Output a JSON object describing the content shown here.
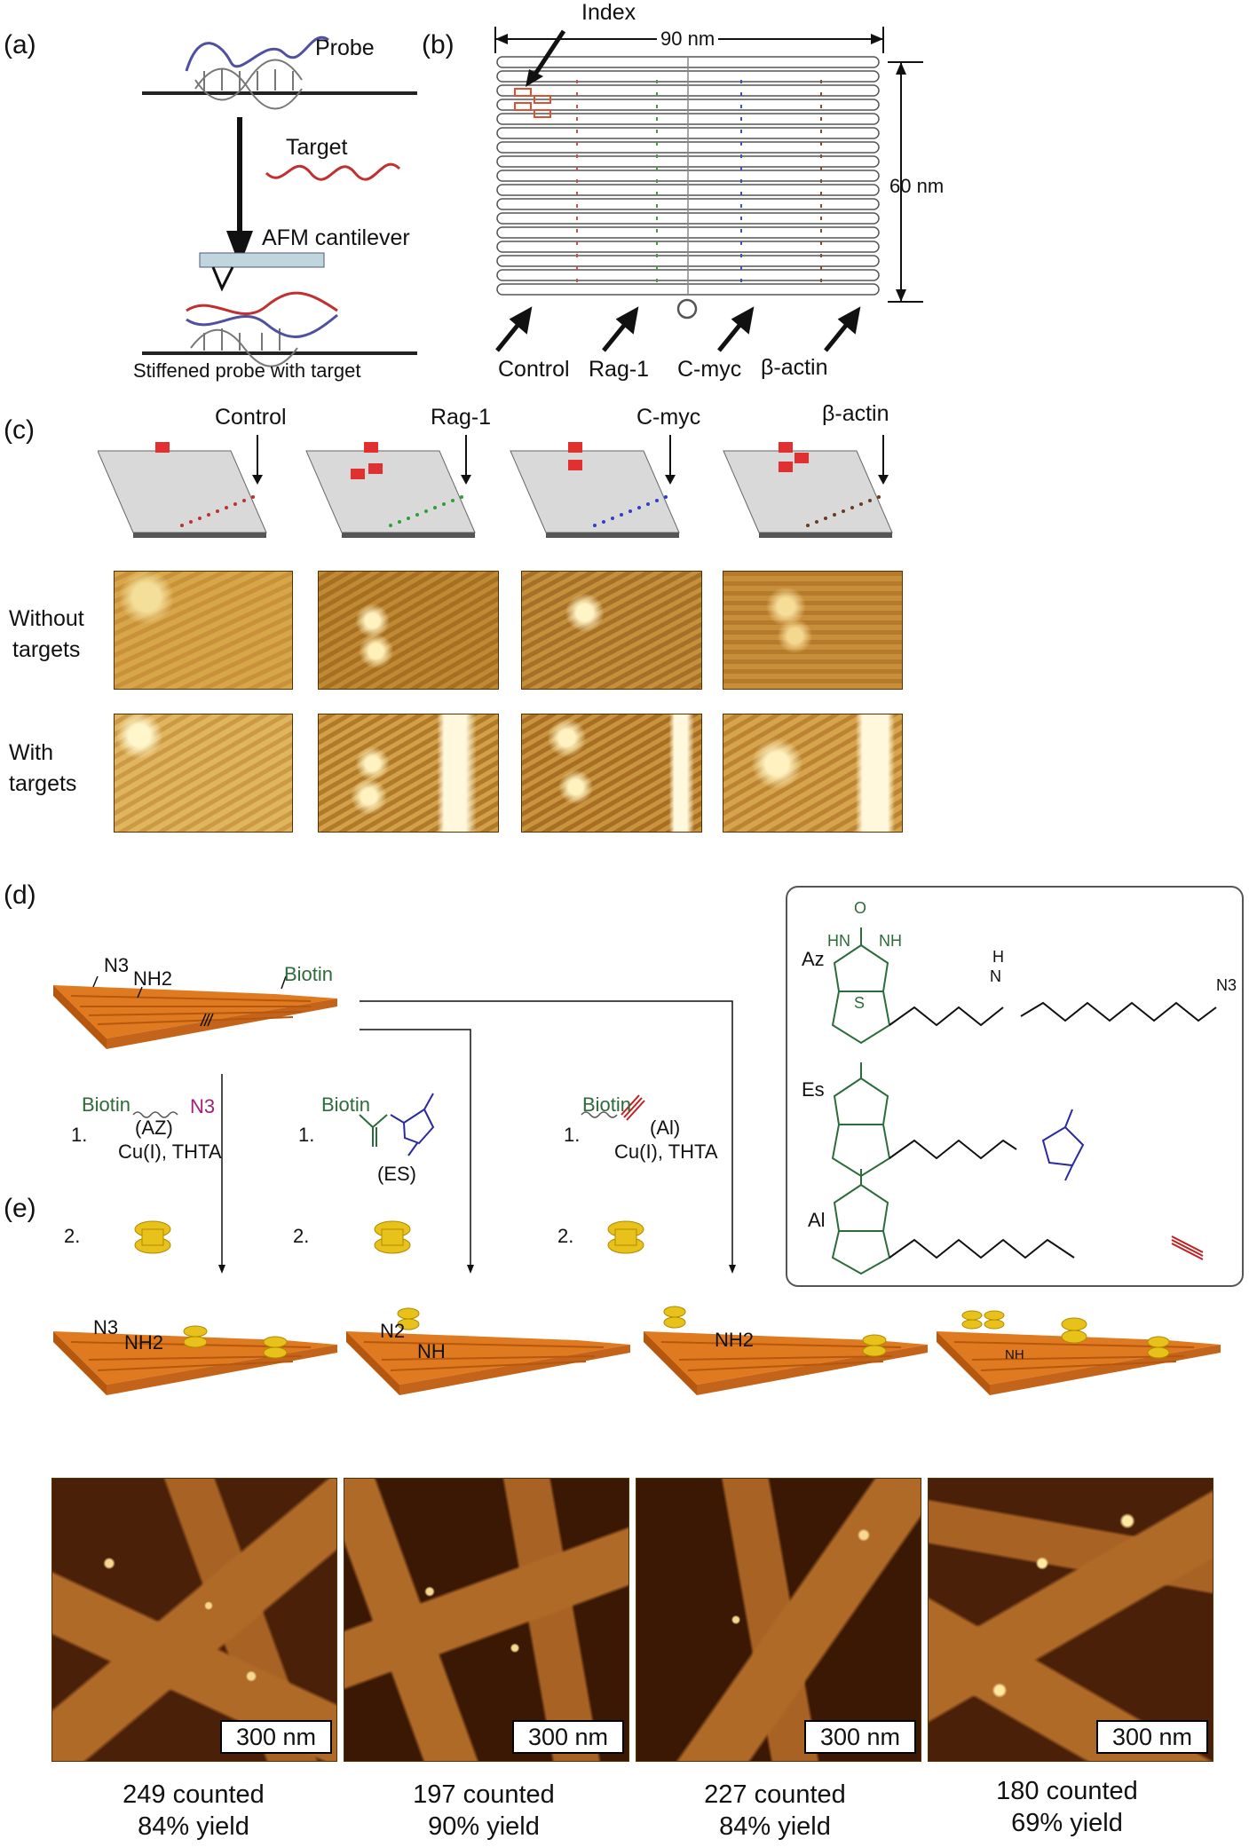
{
  "panel_letters": {
    "a": "(a)",
    "b": "(b)",
    "c": "(c)",
    "d": "(d)",
    "e": "(e)"
  },
  "panel_a": {
    "probe": "Probe",
    "target": "Target",
    "afm": "AFM cantilever",
    "caption": "Stiffened probe with target"
  },
  "panel_b": {
    "index": "Index",
    "width": "90 nm",
    "height": "60 nm",
    "labels": [
      "Control",
      "Rag-1",
      "C-myc",
      "β-actin"
    ]
  },
  "panel_c": {
    "columns": [
      "Control",
      "Rag-1",
      "C-myc",
      "β-actin"
    ],
    "row_without": [
      "Without",
      "targets"
    ],
    "row_with": [
      "With",
      "targets"
    ]
  },
  "panel_d": {
    "surface": {
      "n3": "N3",
      "nh2": "NH2",
      "biotin": "Biotin"
    },
    "routes": [
      {
        "step1": "1.",
        "reagent_left": "Biotin",
        "reagent_right": "N3",
        "abbr": "(AZ)",
        "conditions": "Cu(I), THTA",
        "step2": "2."
      },
      {
        "step1": "1.",
        "reagent_left": "Biotin",
        "reagent_right": "",
        "abbr": "(ES)",
        "conditions": "",
        "step2": "2."
      },
      {
        "step1": "1.",
        "reagent_left": "Biotin",
        "reagent_right": "",
        "abbr": "(Al)",
        "conditions": "Cu(I), THTA",
        "step2": "2."
      }
    ],
    "box": {
      "az": "Az",
      "es": "Es",
      "al": "Al",
      "hn": "HN",
      "nh": "NH",
      "o": "O",
      "s": "S",
      "h": "H",
      "n": "N",
      "n3": "N3"
    }
  },
  "panel_e": {
    "tiles": [
      {
        "labels": [
          "N3",
          "NH2"
        ]
      },
      {
        "labels": [
          "N2",
          "NH"
        ]
      },
      {
        "labels": [
          "NH2"
        ]
      },
      {
        "labels": [
          "NH"
        ]
      }
    ],
    "scale": "300 nm",
    "captions": [
      {
        "count": "249 counted",
        "yield": "84% yield"
      },
      {
        "count": "197 counted",
        "yield": "90% yield"
      },
      {
        "count": "227 counted",
        "yield": "84% yield"
      },
      {
        "count": "180 counted",
        "yield": "69% yield"
      }
    ]
  },
  "colors": {
    "origami": "#e07a20",
    "afm_dark": "#3a1a00",
    "afm_light": "#e8b050",
    "biotin_green": "#2c6b3a",
    "azide_purple": "#a0207a",
    "ester_blue": "#2a2aa0",
    "alkyne_red": "#c02020"
  }
}
